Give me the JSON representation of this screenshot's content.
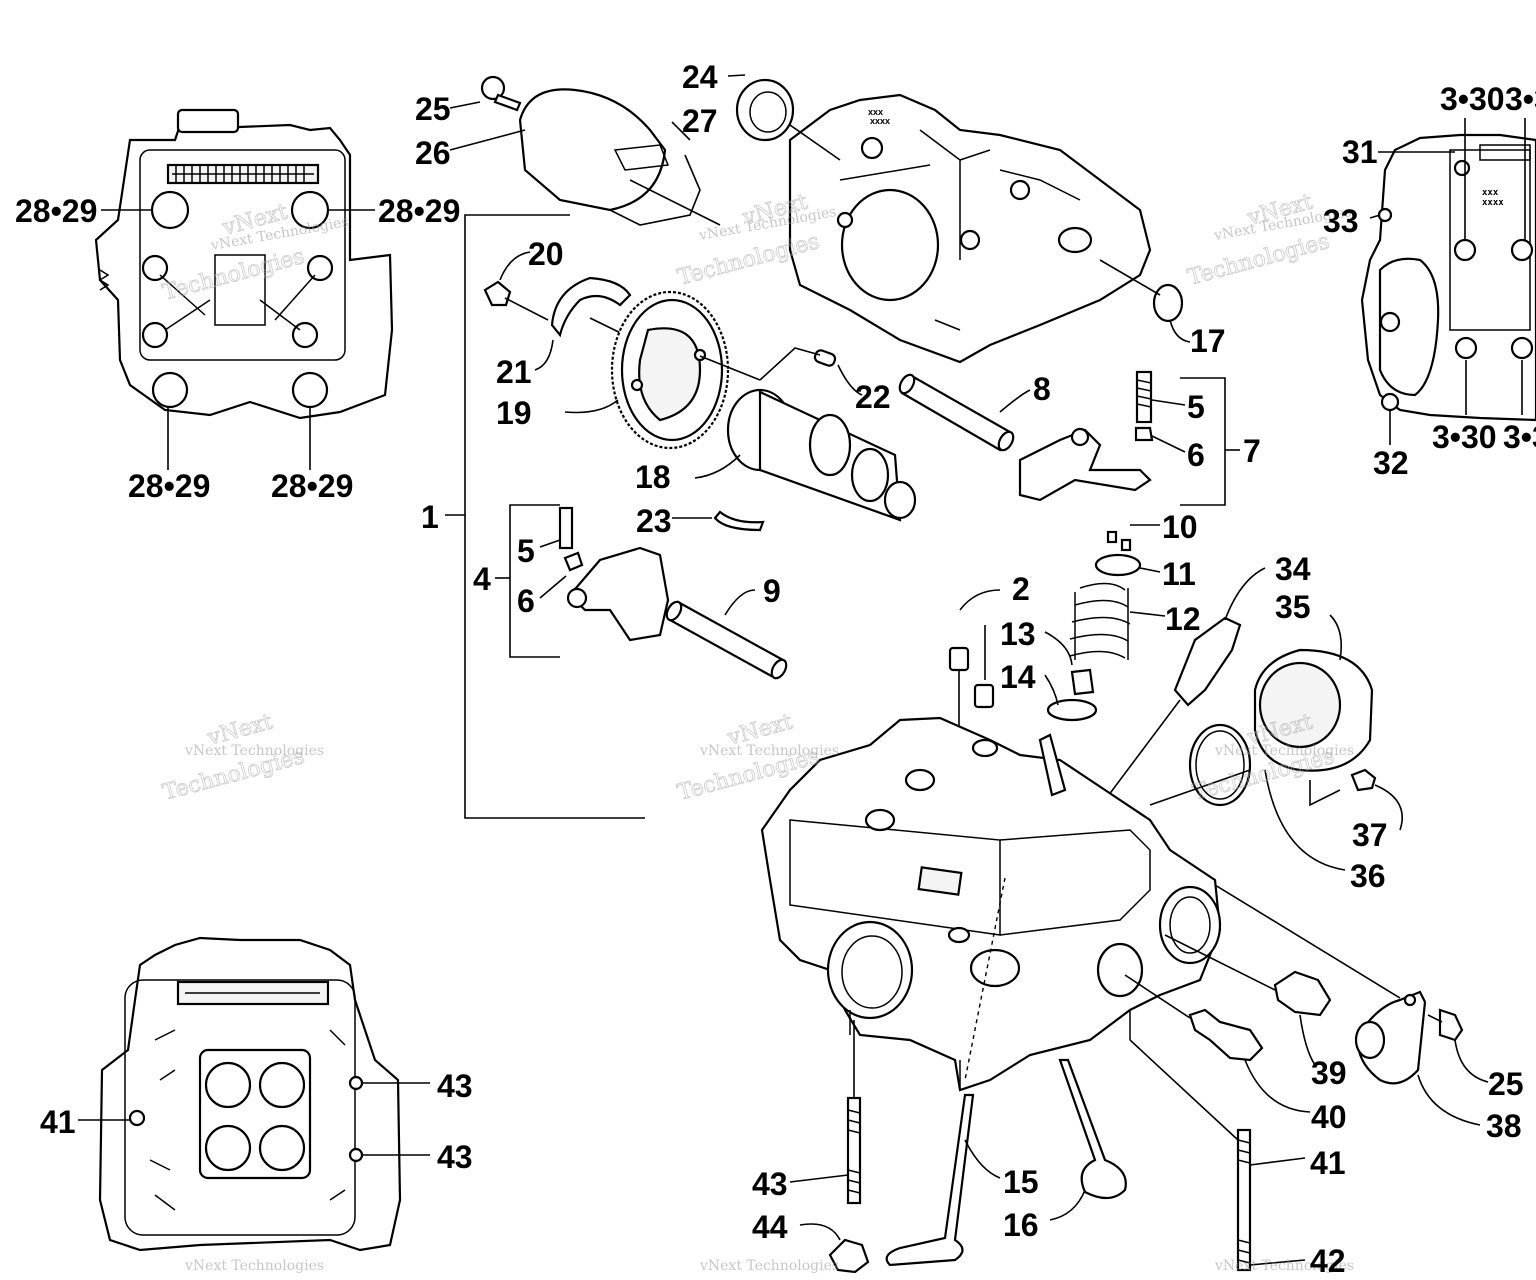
{
  "labels": {
    "l1": "1",
    "l2": "2",
    "l4": "4",
    "l5a": "5",
    "l5b": "5",
    "l6a": "6",
    "l6b": "6",
    "l7": "7",
    "l8": "8",
    "l9": "9",
    "l10": "10",
    "l11": "11",
    "l12": "12",
    "l13": "13",
    "l14": "14",
    "l15": "15",
    "l16": "16",
    "l17": "17",
    "l18": "18",
    "l19": "19",
    "l20": "20",
    "l21": "21",
    "l22": "22",
    "l23": "23",
    "l24": "24",
    "l25a": "25",
    "l25b": "25",
    "l26": "26",
    "l27": "27",
    "l2829a": "28•29",
    "l2829b": "28•29",
    "l2829c": "28•29",
    "l2829d": "28•29",
    "l330a": "3•30",
    "l330b": "3•3",
    "l330c": "3•30",
    "l330d": "3•3",
    "l31": "31",
    "l32": "32",
    "l33": "33",
    "l34": "34",
    "l35": "35",
    "l36": "36",
    "l37": "37",
    "l38": "38",
    "l39": "39",
    "l40": "40",
    "l41a": "41",
    "l41b": "41",
    "l42": "42",
    "l43a": "43",
    "l43b": "43",
    "l43c": "43",
    "l44": "44"
  },
  "watermark": {
    "line1": "vNext Technologies",
    "line2": "vNext",
    "line3": "Technologies"
  },
  "engraving": {
    "x1": "xxx",
    "x2": "xxxx"
  }
}
